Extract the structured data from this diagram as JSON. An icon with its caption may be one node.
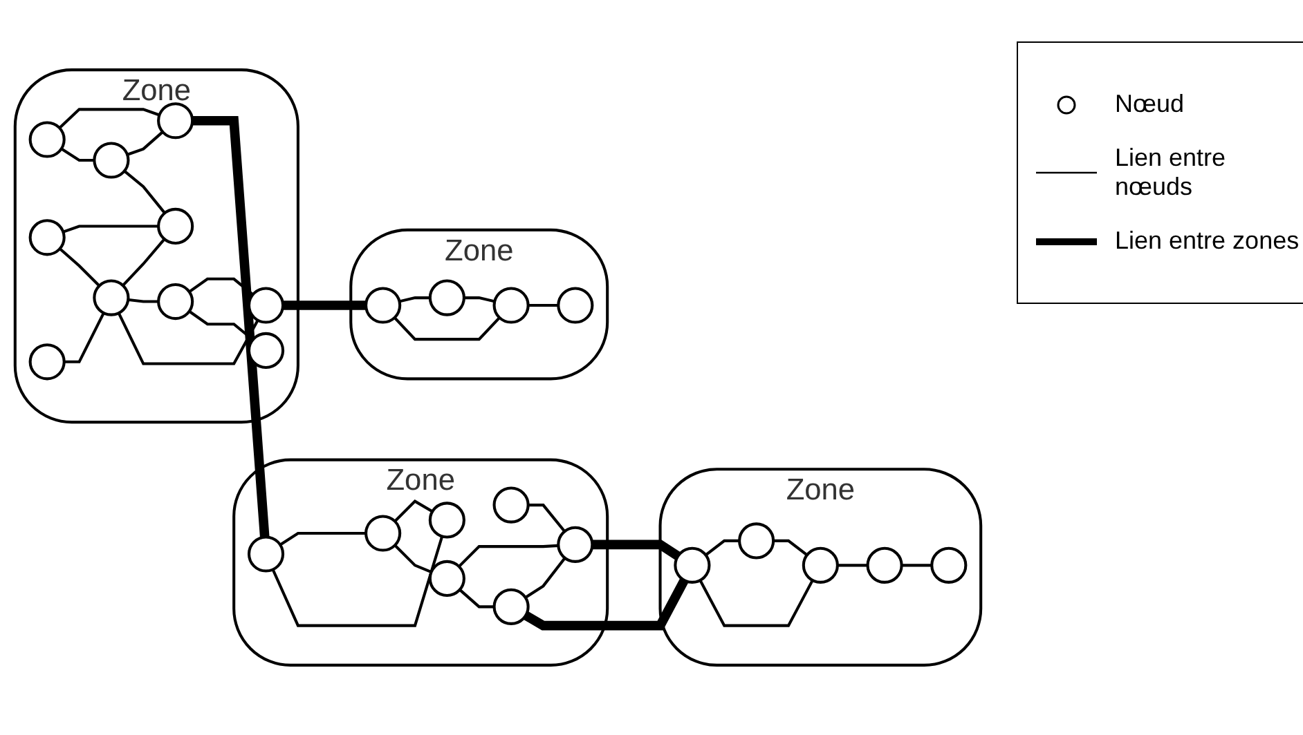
{
  "diagram": {
    "nodes": [
      {
        "text": [
          "Zone"
        ]
      },
      {
        "text": [
          "Zone"
        ]
      },
      {
        "text": [
          "Zone"
        ]
      },
      {
        "text": [
          "Zone"
        ]
      },
      {
        "text": [],
        "shape": "circle",
        "in": 1
      },
      {
        "text": [],
        "shape": "circle",
        "in": 1
      },
      {
        "text": [],
        "shape": "circle",
        "in": 1
      },
      {
        "text": [],
        "shape": "circle",
        "in": 1
      },
      {
        "text": [],
        "shape": "circle",
        "in": 1
      },
      {
        "text": [],
        "shape": "circle",
        "in": 1
      },
      {
        "text": [],
        "shape": "circle",
        "in": 1
      },
      {
        "text": [],
        "shape": "circle",
        "in": 1
      },
      {
        "text": [],
        "shape": "circle",
        "in": 1
      },
      {
        "text": [],
        "shape": "circle",
        "in": 1
      },
      {
        "text": [],
        "shape": "circle",
        "in": 0
      },
      {
        "text": [],
        "shape": "circle",
        "in": 0
      },
      {
        "text": [],
        "shape": "circle",
        "in": 0
      },
      {
        "text": [],
        "shape": "circle",
        "in": 0
      },
      {
        "text": [],
        "shape": "circle",
        "in": 0
      },
      {
        "text": [],
        "shape": "circle",
        "in": 0
      },
      {
        "text": [],
        "shape": "circle",
        "in": 0
      },
      {
        "text": [],
        "shape": "circle",
        "in": 3
      },
      {
        "text": [],
        "shape": "circle",
        "in": 3
      },
      {
        "text": [],
        "shape": "circle",
        "in": 3
      },
      {
        "text": [],
        "shape": "circle",
        "in": 3
      },
      {
        "text": [],
        "shape": "circle",
        "in": 3
      },
      {
        "text": [],
        "shape": "circle",
        "in": 2
      },
      {
        "text": [],
        "shape": "circle",
        "in": 2
      },
      {
        "text": [],
        "shape": "circle",
        "in": 2
      },
      {
        "text": [],
        "shape": "circle",
        "in": 2
      }
    ],
    "edges": [
      {
        "from": 4,
        "to": 5,
        "arrow": "none"
      },
      {
        "from": 4,
        "to": 6,
        "arrow": "none"
      },
      {
        "from": 6,
        "to": 5,
        "arrow": "none"
      },
      {
        "from": 6,
        "to": 8,
        "arrow": "none"
      },
      {
        "from": 7,
        "to": 8,
        "arrow": "none"
      },
      {
        "from": 7,
        "to": 10,
        "arrow": "none"
      },
      {
        "from": 10,
        "to": 8,
        "arrow": "none"
      },
      {
        "from": 9,
        "to": 10,
        "arrow": "none"
      },
      {
        "from": 10,
        "to": 11,
        "arrow": "none"
      },
      {
        "from": 10,
        "to": 12,
        "arrow": "none"
      },
      {
        "from": 11,
        "to": 12,
        "arrow": "none"
      },
      {
        "from": 11,
        "to": 13,
        "arrow": "none"
      },
      {
        "from": 5,
        "to": 14,
        "arrow": "none",
        "style": "thick"
      },
      {
        "from": 14,
        "to": 15,
        "arrow": "none"
      },
      {
        "from": 14,
        "to": 16,
        "arrow": "none"
      },
      {
        "from": 15,
        "to": 16,
        "arrow": "none"
      },
      {
        "from": 15,
        "to": 17,
        "arrow": "none"
      },
      {
        "from": 17,
        "to": 19,
        "arrow": "none"
      },
      {
        "from": 17,
        "to": 20,
        "arrow": "none"
      },
      {
        "from": 20,
        "to": 19,
        "arrow": "none"
      },
      {
        "from": 18,
        "to": 19,
        "arrow": "none"
      },
      {
        "from": 20,
        "to": 21,
        "arrow": "none",
        "style": "thick"
      },
      {
        "from": 19,
        "to": 21,
        "arrow": "none",
        "style": "thick"
      },
      {
        "from": 21,
        "to": 22,
        "arrow": "none"
      },
      {
        "from": 21,
        "to": 23,
        "arrow": "none"
      },
      {
        "from": 22,
        "to": 23,
        "arrow": "none"
      },
      {
        "from": 23,
        "to": 24,
        "arrow": "none"
      },
      {
        "from": 24,
        "to": 25,
        "arrow": "none"
      },
      {
        "from": 12,
        "to": 26,
        "arrow": "none",
        "style": "thick"
      },
      {
        "from": 26,
        "to": 27,
        "arrow": "none"
      },
      {
        "from": 26,
        "to": 28,
        "arrow": "none"
      },
      {
        "from": 27,
        "to": 28,
        "arrow": "none"
      },
      {
        "from": 28,
        "to": 29,
        "arrow": "none"
      }
    ],
    "legend": [
      {
        "text": "Nœud"
      },
      {
        "text": "Lien entre nœuds"
      },
      {
        "text": "Lien entre zones"
      }
    ]
  }
}
